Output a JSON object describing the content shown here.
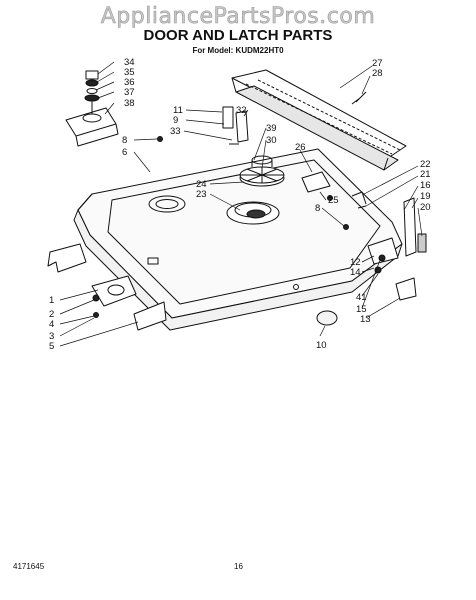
{
  "watermark": "AppliancePartsPros.com",
  "title": "DOOR AND LATCH PARTS",
  "subtitle": "For Model: KUDM22HT0",
  "footer": {
    "doc_id": "4171645",
    "page": "16"
  },
  "callouts": [
    "34",
    "35",
    "36",
    "37",
    "38",
    "11",
    "9",
    "33",
    "32",
    "8",
    "6",
    "39",
    "30",
    "27",
    "28",
    "26",
    "22",
    "21",
    "16",
    "19",
    "20",
    "24",
    "23",
    "25",
    "8",
    "1",
    "2",
    "4",
    "3",
    "5",
    "12",
    "14",
    "41",
    "15",
    "13",
    "10"
  ]
}
